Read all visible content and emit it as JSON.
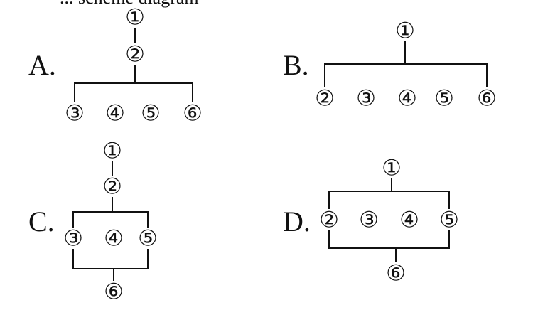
{
  "top_text": "... scheme diagram",
  "diagrams": [
    {
      "label": "A.",
      "nodes": [
        "①",
        "②",
        "③",
        "④",
        "⑤",
        "⑥"
      ]
    },
    {
      "label": "B.",
      "nodes": [
        "①",
        "②",
        "③",
        "④",
        "⑤",
        "⑥"
      ]
    },
    {
      "label": "C.",
      "nodes": [
        "①",
        "②",
        "③",
        "④",
        "⑤",
        "⑥"
      ]
    },
    {
      "label": "D.",
      "nodes": [
        "①",
        "②",
        "③",
        "④",
        "⑤",
        "⑥"
      ]
    }
  ]
}
